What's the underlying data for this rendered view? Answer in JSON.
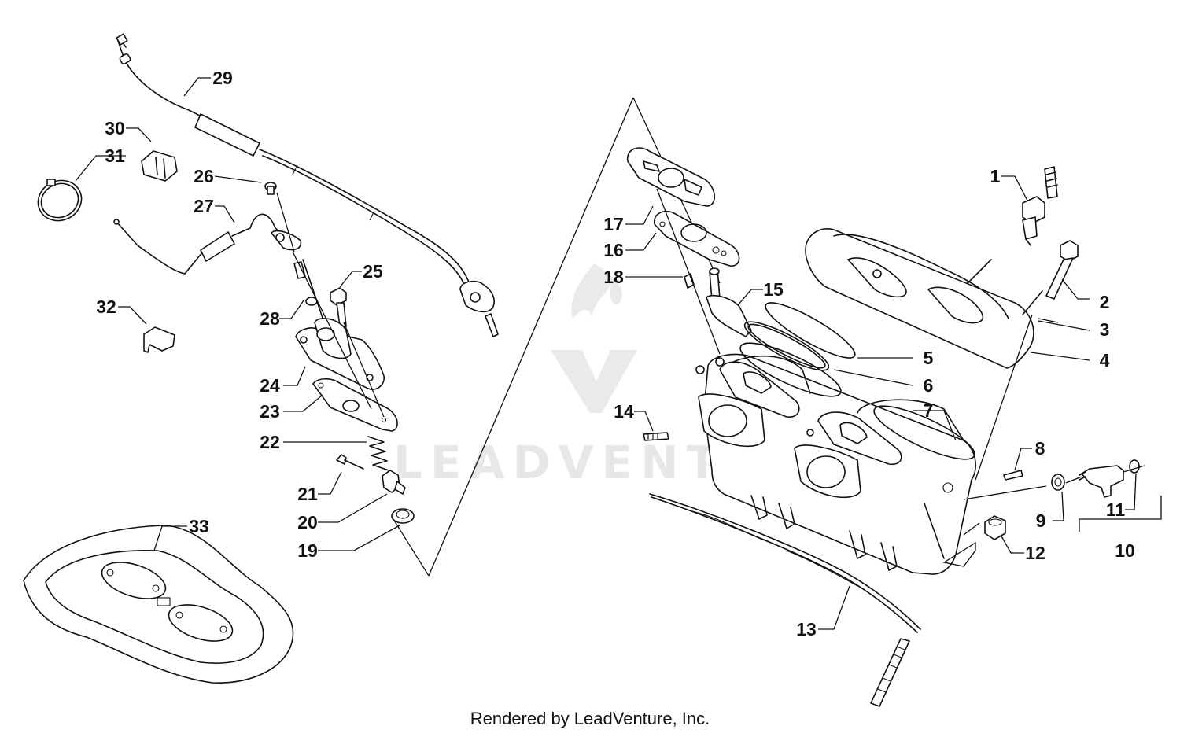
{
  "diagram": {
    "callouts": [
      "1",
      "2",
      "3",
      "4",
      "5",
      "6",
      "7",
      "8",
      "9",
      "10",
      "11",
      "12",
      "13",
      "14",
      "15",
      "16",
      "17",
      "18",
      "19",
      "20",
      "21",
      "22",
      "23",
      "24",
      "25",
      "26",
      "27",
      "28",
      "29",
      "30",
      "31",
      "32",
      "33"
    ]
  },
  "watermark": {
    "text": "LEADVENTURE"
  },
  "footer": {
    "text": "Rendered by LeadVenture, Inc."
  }
}
